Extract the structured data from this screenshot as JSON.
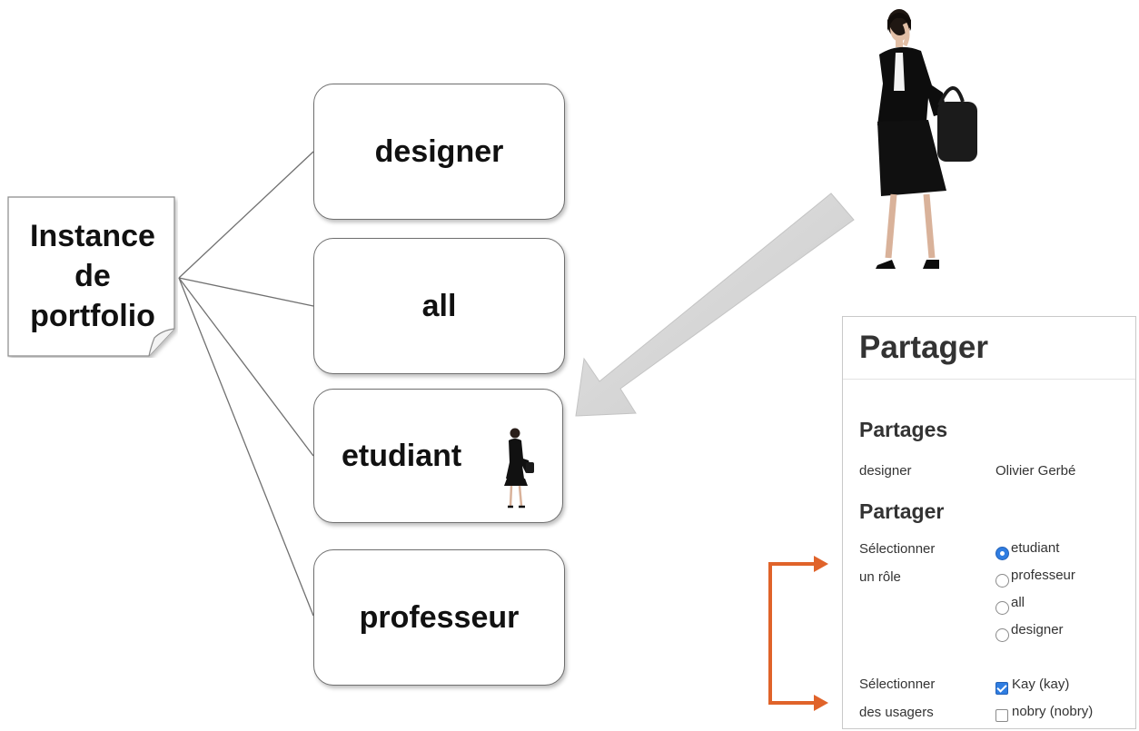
{
  "instance": {
    "lines": [
      "Instance",
      "de",
      "portfolio"
    ]
  },
  "roles": [
    "designer",
    "all",
    "etudiant",
    "professeur"
  ],
  "panel": {
    "title": "Partager",
    "shares_heading": "Partages",
    "share_row": {
      "role": "designer",
      "user": "Olivier Gerbé"
    },
    "share_heading": "Partager",
    "select_role_label": [
      "Sélectionner",
      "un rôle"
    ],
    "role_options": [
      {
        "label": "etudiant",
        "selected": true
      },
      {
        "label": "professeur",
        "selected": false
      },
      {
        "label": "all",
        "selected": false
      },
      {
        "label": "designer",
        "selected": false
      }
    ],
    "select_users_label": [
      "Sélectionner",
      "des usagers"
    ],
    "user_options": [
      {
        "label": "Kay (kay)",
        "checked": true
      },
      {
        "label": "nobry (nobry)",
        "checked": false
      }
    ]
  },
  "colors": {
    "accent_orange": "#e0632a",
    "arrow_gray": "#d4d4d4",
    "radio_blue": "#2f7de1"
  }
}
